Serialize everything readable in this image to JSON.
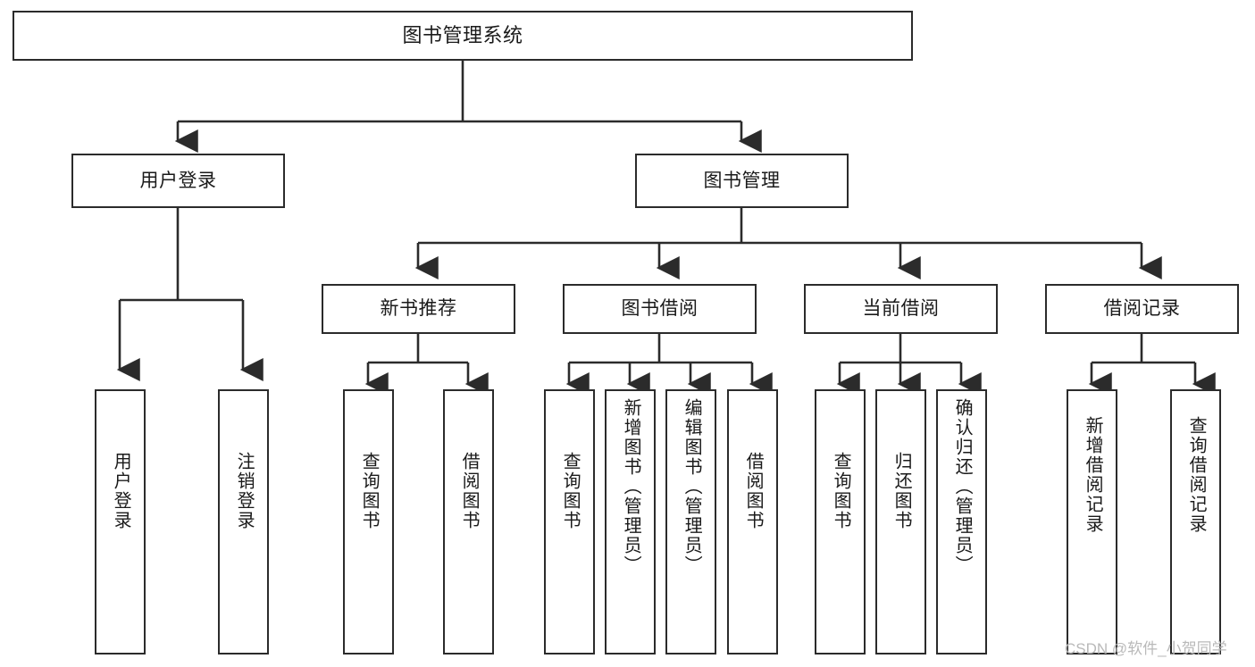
{
  "diagram": {
    "title": "图书管理系统",
    "type": "functional-structure-tree",
    "colors": {
      "background": "#ffffff",
      "box_border": "#2b2b2b",
      "box_fill": "#ffffff",
      "connector": "#2b2b2b",
      "text": "#1a1a1a",
      "watermark": "#b9b9b9"
    },
    "root": {
      "label": "图书管理系统"
    },
    "level2": [
      {
        "label": "用户登录"
      },
      {
        "label": "图书管理"
      }
    ],
    "level3": [
      {
        "label": "新书推荐"
      },
      {
        "label": "图书借阅"
      },
      {
        "label": "当前借阅"
      },
      {
        "label": "借阅记录"
      }
    ],
    "leaves": {
      "user_login": [
        {
          "label": "用户登录"
        },
        {
          "label": "注销登录"
        }
      ],
      "new_book": [
        {
          "label": "查询图书"
        },
        {
          "label": "借阅图书"
        }
      ],
      "book_borrow": [
        {
          "label": "查询图书"
        },
        {
          "label": "新增图书（管理员）"
        },
        {
          "label": "编辑图书（管理员）"
        },
        {
          "label": "借阅图书"
        }
      ],
      "current_borrow": [
        {
          "label": "查询图书"
        },
        {
          "label": "归还图书"
        },
        {
          "label": "确认归还（管理员）"
        }
      ],
      "borrow_record": [
        {
          "label": "新增借阅记录"
        },
        {
          "label": "查询借阅记录"
        }
      ]
    }
  },
  "watermark": {
    "text": "CSDN @软件_小贺同学"
  }
}
